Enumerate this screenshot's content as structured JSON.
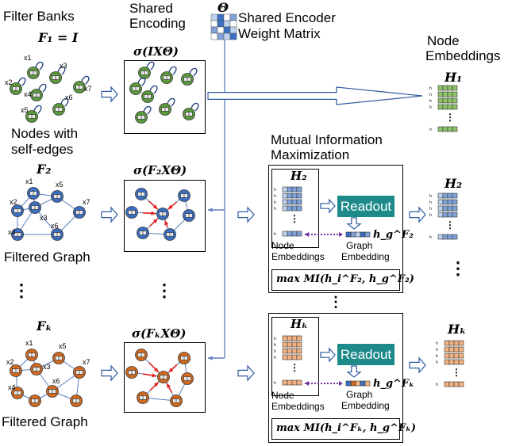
{
  "headers": {
    "filter_banks": "Filter Banks",
    "shared_encoding_1": "Shared",
    "shared_encoding_2": "Encoding",
    "theta_symbol": "Θ",
    "weight_1": "Shared Encoder",
    "weight_2": "Weight Matrix",
    "node_emb_1": "Node",
    "node_emb_2": "Embeddings",
    "mim_1": "Mutual Information",
    "mim_2": "Maximization"
  },
  "filters": {
    "f1_label": "F₁ = I",
    "f2_label": "F₂",
    "fk_label": "Fₖ",
    "nodes_caption_1": "Nodes with",
    "nodes_caption_2": "self-edges",
    "filtered_graph_2": "Filtered Graph",
    "filtered_graph_k": "Filtered Graph",
    "ellipsis": "⋮"
  },
  "encodings": {
    "e1": "σ(IXΘ)",
    "e2": "σ(F₂XΘ)",
    "ek": "σ(FₖXΘ)",
    "ellipsis": "⋮"
  },
  "outputs": {
    "h1": "H₁",
    "h2": "H₂",
    "hk": "Hₖ",
    "ellipsis": "⋮"
  },
  "mim_blocks": {
    "h2": "H₂",
    "hk": "Hₖ",
    "readout": "Readout",
    "hg2": "h_g^F₂",
    "hgk": "h_g^Fₖ",
    "node_emb_1": "Node",
    "node_emb_2": "Embeddings",
    "graph_emb_1": "Graph",
    "graph_emb_2": "Embedding",
    "mi2": "max MI(h_i^F₂, h_g^F₂)",
    "mik": "max MI(h_i^Fₖ, h_g^Fₖ)",
    "ellipsis": "⋮"
  },
  "node_labels": {
    "x1": "x1",
    "x2": "x2",
    "x3": "x3",
    "x4": "x4",
    "x5": "x5",
    "x6": "x6",
    "x7": "x7"
  },
  "colors": {
    "green_node": "#5a9a3c",
    "blue_node": "#3a6fc4",
    "orange_node": "#d2691e",
    "blue_edge": "#5b7fc0",
    "red_arrow": "#e02020",
    "readout_bg": "#1f8a8a",
    "arrow_outline": "#2e5aa0",
    "mi_dots": "#7030a0"
  }
}
